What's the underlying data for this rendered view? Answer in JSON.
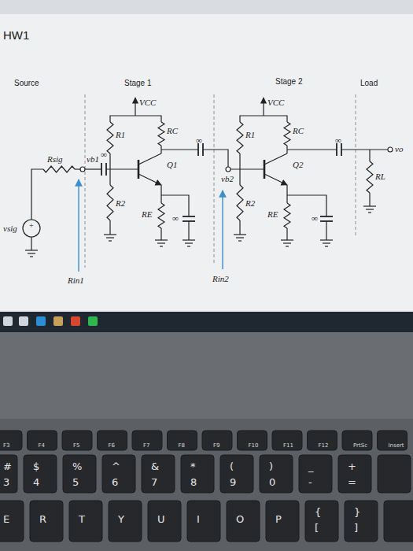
{
  "diagram": {
    "title": "HW1",
    "labels": [
      "Source",
      "Stage 1",
      "Stage 2",
      "Load",
      "VCC",
      "VCC",
      "RC",
      "RC",
      "R1",
      "R1",
      "Rsig",
      "vb1",
      "∞",
      "Q1",
      "∞",
      "Q2",
      "∞",
      "vo",
      "RL",
      "vb2",
      "R2",
      "R2",
      "RE",
      "RE",
      "∞",
      "∞",
      "vsig",
      "Rin1",
      "Rin2",
      "+",
      "F3",
      "F4",
      "F5",
      "F6",
      "F7",
      "F8",
      "F9",
      "F10",
      "F11",
      "F12",
      "PrtSc",
      "Insert",
      "#",
      "3",
      "$",
      "4",
      "%",
      "5",
      "^",
      "6",
      "&",
      "7",
      "*",
      "8",
      "(",
      "9",
      ")",
      "0",
      "_",
      "-",
      "+",
      "=",
      "E",
      "R",
      "T",
      "Y",
      "U",
      "I",
      "O",
      "P",
      "{",
      "[",
      "}",
      "]"
    ]
  }
}
